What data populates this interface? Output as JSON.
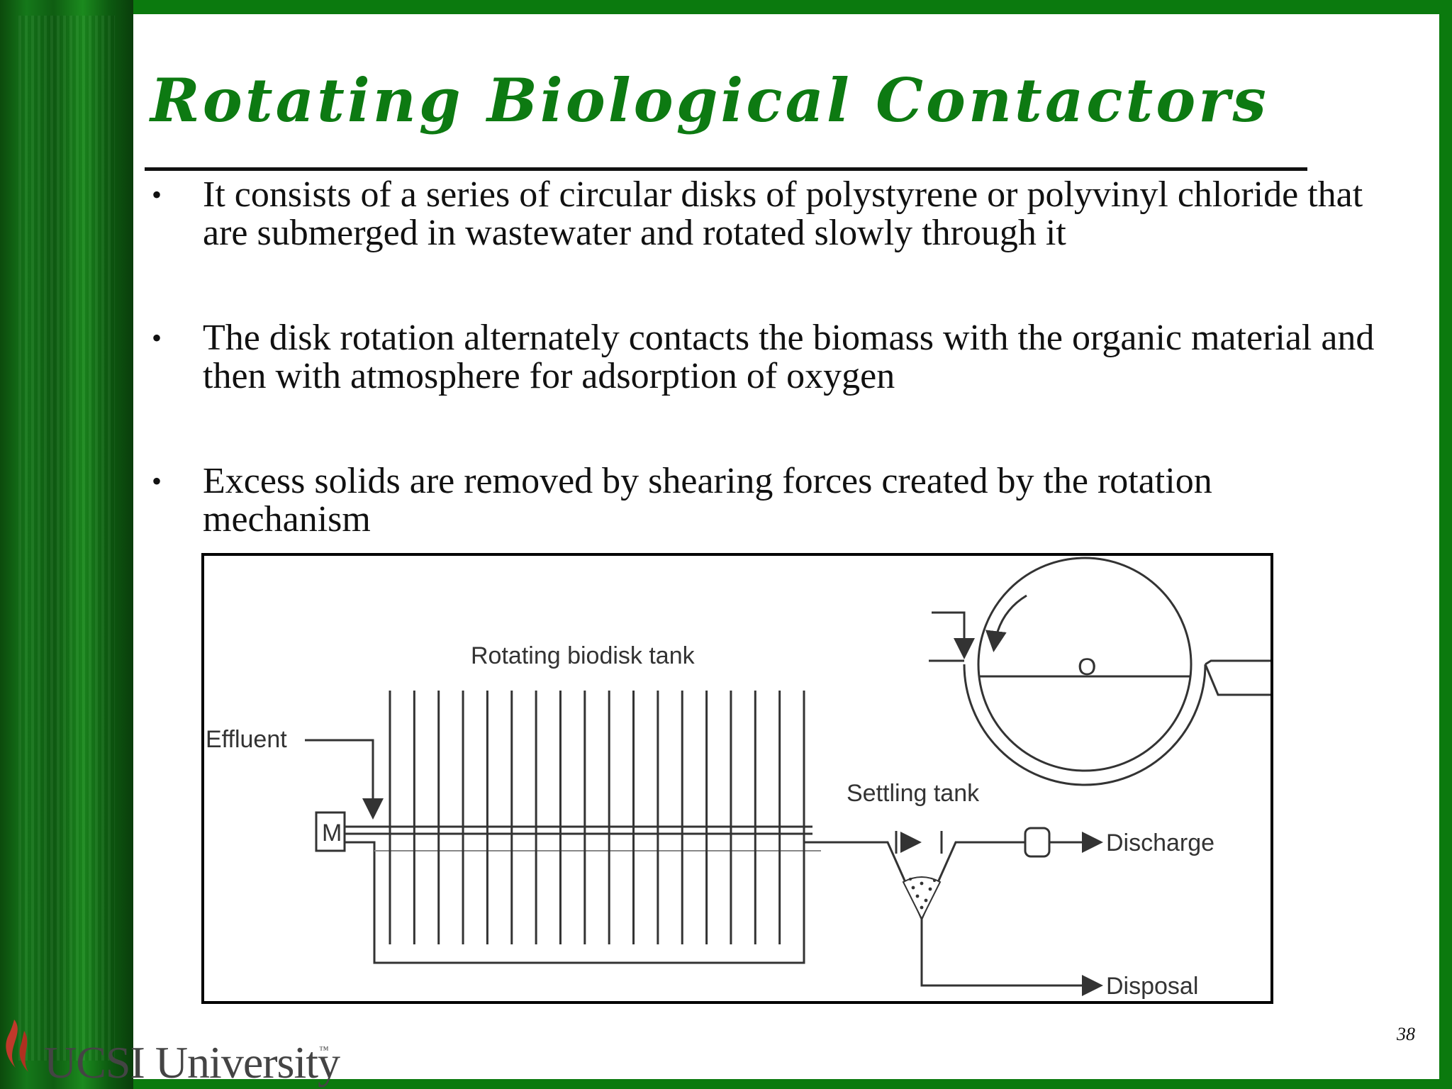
{
  "slide": {
    "title": "Rotating Biological Contactors",
    "page_number": "38"
  },
  "bullets": [
    {
      "text": "It consists of a series of circular disks of polystyrene or polyvinyl chloride that are submerged in wastewater and rotated slowly through it"
    },
    {
      "text": "The disk rotation alternately contacts the biomass with the organic material and then with atmosphere for adsorption of oxygen"
    },
    {
      "text": "Excess solids are removed by shearing forces created by the rotation mechanism"
    }
  ],
  "bullet_symbol": "•",
  "diagram": {
    "tank_label": "Rotating biodisk tank",
    "effluent_label": "Effluent",
    "motor_label": "M",
    "settling_label": "Settling tank",
    "discharge_label": "Discharge",
    "disposal_label": "Disposal",
    "shaft_label": "O",
    "disk_count": 18
  },
  "logo": {
    "name": "UCSI University",
    "tm": "™"
  },
  "colors": {
    "green_primary": "#0d7a12",
    "green_dark": "#0a3d0b",
    "logo_red": "#c0392b"
  }
}
